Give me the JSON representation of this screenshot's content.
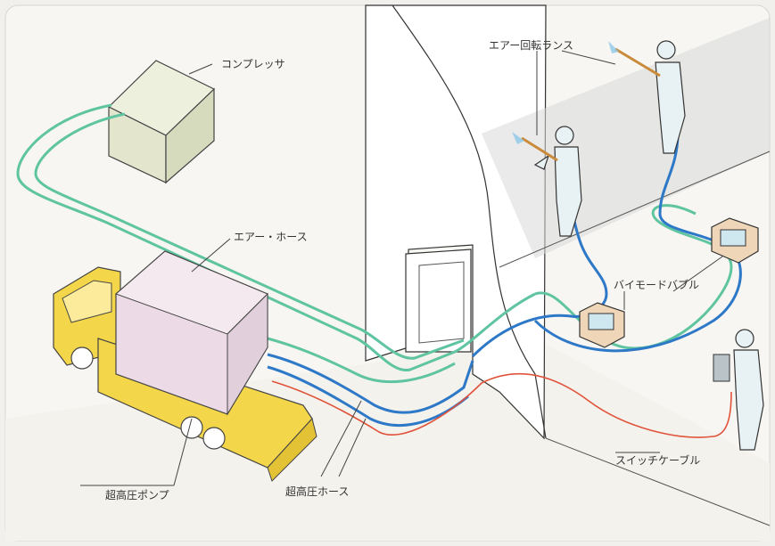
{
  "labels": {
    "compressor": "コンプレッサ",
    "air_hose": "エアー・ホース",
    "air_lance": "エアー回転ランス",
    "bimode_valve": "バイモードバブル",
    "switch_cable": "スイッチケーブル",
    "pump": "超高圧ポンプ",
    "hp_hose": "超高圧ホース"
  },
  "colors": {
    "air_hose": "#5fc4a0",
    "hp_hose": "#2e78c8",
    "cable": "#e0523a",
    "truck": "#f3d64a",
    "box": "#ecdbe6",
    "compressor": "#e6e8d2"
  }
}
